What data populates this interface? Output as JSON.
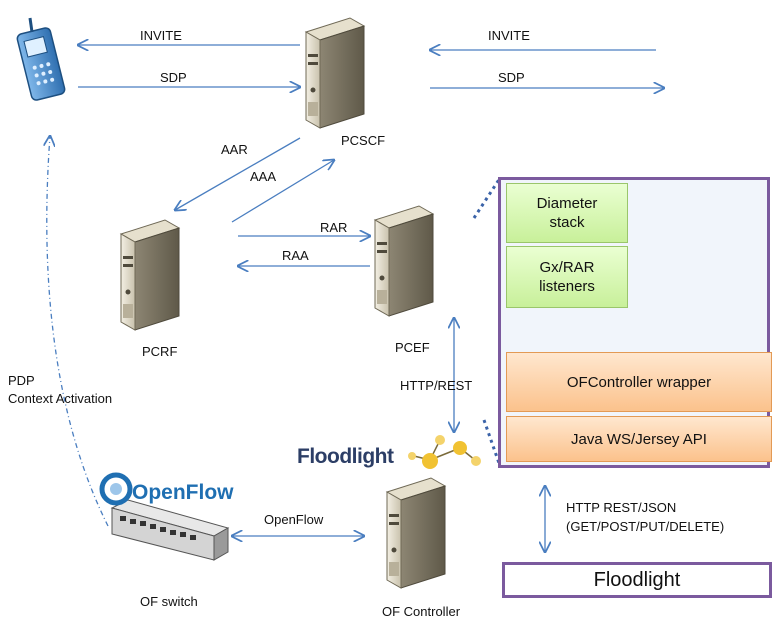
{
  "nodes": {
    "pcscf": "PCSCF",
    "pcrf": "PCRF",
    "pcef": "PCEF",
    "of_switch": "OF switch",
    "of_controller": "OF Controller"
  },
  "messages": {
    "invite_left": "INVITE",
    "sdp_left": "SDP",
    "invite_right": "INVITE",
    "sdp_right": "SDP",
    "aar": "AAR",
    "aaa": "AAA",
    "rar": "RAR",
    "raa": "RAA",
    "http_rest": "HTTP/REST",
    "openflow": "OpenFlow",
    "pdp_line1": "PDP",
    "pdp_line2": "Context Activation",
    "http_json_line1": "HTTP REST/JSON",
    "http_json_line2": "(GET/POST/PUT/DELETE)"
  },
  "panel": {
    "diameter_line1": "Diameter",
    "diameter_line2": "stack",
    "gx_line1": "Gx/RAR",
    "gx_line2": "listeners",
    "ofcontroller_wrapper": "OFController wrapper",
    "java_ws": "Java WS/Jersey API"
  },
  "floodlight_box": "Floodlight",
  "logos": {
    "floodlight": "Floodlight",
    "openflow": "OpenFlow"
  },
  "colors": {
    "arrow": "#4a7ec0",
    "panel_border": "#7b5a9e",
    "green_box": "#c8f09a",
    "orange_box": "#fbc28c"
  }
}
